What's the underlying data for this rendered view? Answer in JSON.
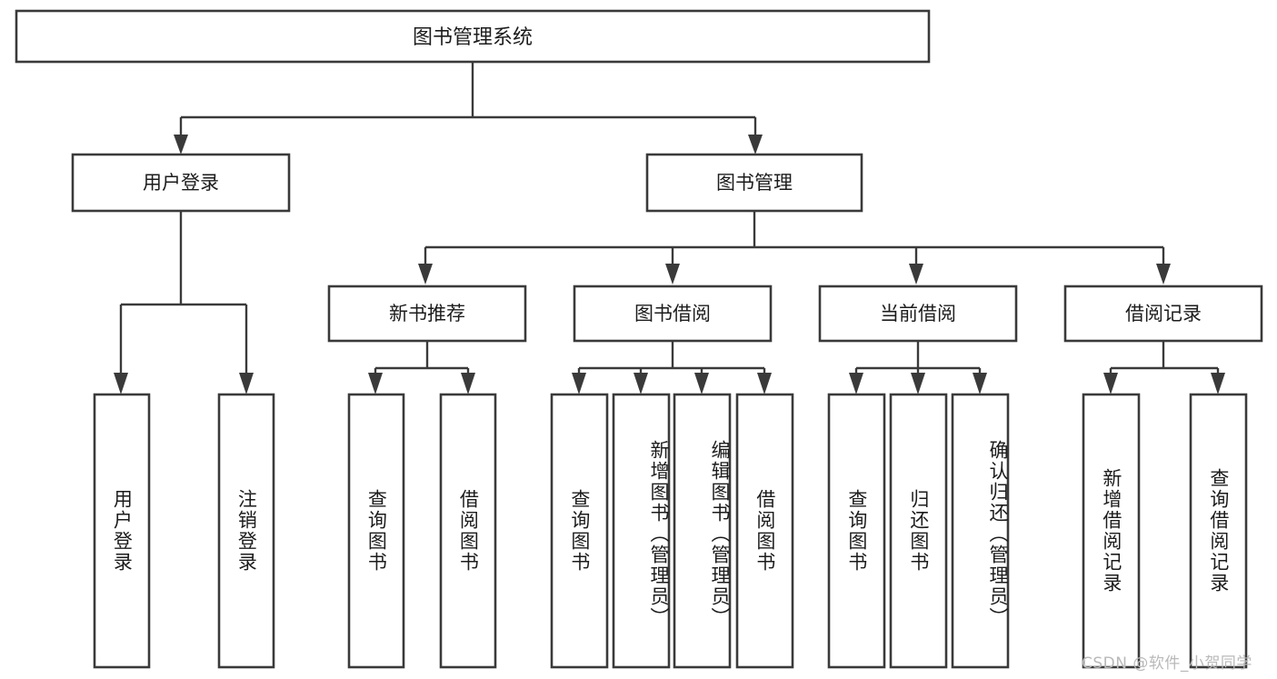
{
  "diagram": {
    "type": "tree-hierarchy",
    "title": "图书管理系统",
    "orientation": "top-down",
    "colors": {
      "box_stroke": "#3a3a3a",
      "box_fill": "#ffffff",
      "text": "#1c1c1c",
      "canvas": "#ffffff",
      "watermark": "#b9b9b9"
    },
    "levels": 4
  },
  "root": {
    "label": "图书管理系统"
  },
  "level2": [
    {
      "id": "user-login",
      "label": "用户登录"
    },
    {
      "id": "book-management",
      "label": "图书管理"
    }
  ],
  "level3": [
    {
      "id": "new-book-recommend",
      "label": "新书推荐",
      "parent": "book-management"
    },
    {
      "id": "book-borrow",
      "label": "图书借阅",
      "parent": "book-management"
    },
    {
      "id": "current-borrow",
      "label": "当前借阅",
      "parent": "book-management"
    },
    {
      "id": "borrow-record",
      "label": "借阅记录",
      "parent": "book-management"
    }
  ],
  "leaves": {
    "user-login": [
      {
        "id": "leaf-user-login",
        "label": "用户登录"
      },
      {
        "id": "leaf-user-logout",
        "label": "注销登录"
      }
    ],
    "new-book-recommend": [
      {
        "id": "leaf-query-book-1",
        "label": "查询图书"
      },
      {
        "id": "leaf-borrow-book-1",
        "label": "借阅图书"
      }
    ],
    "book-borrow": [
      {
        "id": "leaf-query-book-2",
        "label": "查询图书"
      },
      {
        "id": "leaf-add-book",
        "label": "新增图书（管理员）"
      },
      {
        "id": "leaf-edit-book",
        "label": "编辑图书（管理员）"
      },
      {
        "id": "leaf-borrow-book-2",
        "label": "借阅图书"
      }
    ],
    "current-borrow": [
      {
        "id": "leaf-query-book-3",
        "label": "查询图书"
      },
      {
        "id": "leaf-return-book",
        "label": "归还图书"
      },
      {
        "id": "leaf-confirm-return",
        "label": "确认归还（管理员）"
      }
    ],
    "borrow-record": [
      {
        "id": "leaf-add-record",
        "label": "新增借阅记录"
      },
      {
        "id": "leaf-query-record",
        "label": "查询借阅记录"
      }
    ]
  },
  "watermark": {
    "text": "CSDN @软件_小贺同学"
  }
}
